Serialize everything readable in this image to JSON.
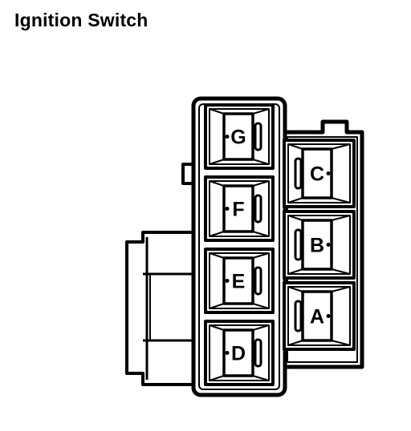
{
  "title": "Ignition Switch",
  "terminals": {
    "left": [
      "G",
      "F",
      "E",
      "D"
    ],
    "right": [
      "C",
      "B",
      "A"
    ]
  }
}
